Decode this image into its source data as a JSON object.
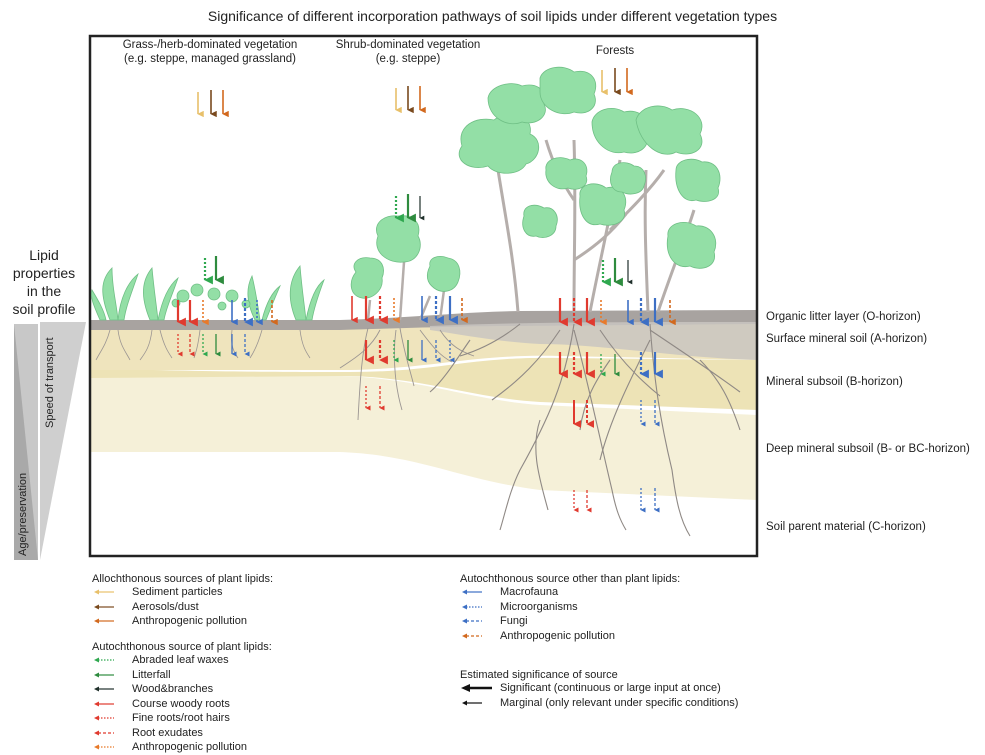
{
  "title": "Significance of different incorporation pathways of soil lipids under different vegetation types",
  "vegetation": [
    {
      "name": "Grass-/herb-dominated vegetation",
      "example": "(e.g. steppe, managed grassland)"
    },
    {
      "name": "Shrub-dominated vegetation",
      "example": "(e.g. steppe)"
    },
    {
      "name": "Forests",
      "example": ""
    }
  ],
  "horizons": [
    "Organic litter layer (O-horizon)",
    "Surface mineral soil (A-horizon)",
    "Mineral subsoil (B-horizon)",
    "Deep mineral subsoil (B- or BC-horizon)",
    "Soil parent material (C-horizon)"
  ],
  "left_panel": {
    "lipid_properties": [
      "Lipid",
      "properties",
      "in the",
      "soil profile"
    ],
    "speed_label": "Speed of transport",
    "age_label": "Age/preservation"
  },
  "legend": {
    "allochthonous": {
      "title": "Allochthonous sources of plant lipids:",
      "items": [
        {
          "label": "Sediment particles",
          "color": "#e8c06a",
          "style": "solid"
        },
        {
          "label": "Aerosols/dust",
          "color": "#7a4a1e",
          "style": "solid"
        },
        {
          "label": "Anthropogenic pollution",
          "color": "#d2691e",
          "style": "solid"
        }
      ]
    },
    "autochthonous_plant": {
      "title": "Autochthonous source of plant lipids:",
      "items": [
        {
          "label": "Abraded leaf waxes",
          "color": "#2fa84f",
          "style": "dotted"
        },
        {
          "label": "Litterfall",
          "color": "#2e8b3e",
          "style": "solid"
        },
        {
          "label": "Wood&branches",
          "color": "#1f2f2a",
          "style": "solid"
        },
        {
          "label": "Course woody roots",
          "color": "#e03a2f",
          "style": "solid"
        },
        {
          "label": "Fine roots/root hairs",
          "color": "#e03a2f",
          "style": "dotted"
        },
        {
          "label": "Root exudates",
          "color": "#e03a2f",
          "style": "dashed"
        },
        {
          "label": "Anthropogenic pollution",
          "color": "#e87a2a",
          "style": "dotted"
        }
      ]
    },
    "autochthonous_other": {
      "title": "Autochthonous source other than plant lipids:",
      "items": [
        {
          "label": "Macrofauna",
          "color": "#3d6fc4",
          "style": "solid"
        },
        {
          "label": "Microorganisms",
          "color": "#3d6fc4",
          "style": "dotted"
        },
        {
          "label": "Fungi",
          "color": "#3d6fc4",
          "style": "dashed"
        },
        {
          "label": "Anthropogenic pollution",
          "color": "#d2691e",
          "style": "dashed"
        }
      ]
    },
    "significance": {
      "title": "Estimated significance of source",
      "items": [
        {
          "label": "Significant (continuous  or large input at once)",
          "weight": "thick"
        },
        {
          "label": "Marginal (only relevant under specific conditions)",
          "weight": "thin"
        }
      ]
    }
  },
  "colors": {
    "litter": "#a8a3a0",
    "a_horizon": "#f1e7c4",
    "b_horizon": "#ece3b9",
    "deep_b": "#f5f0d8",
    "parent": "#ffffff",
    "foliage": "#93dfa6",
    "trunk": "#b5aeab"
  }
}
